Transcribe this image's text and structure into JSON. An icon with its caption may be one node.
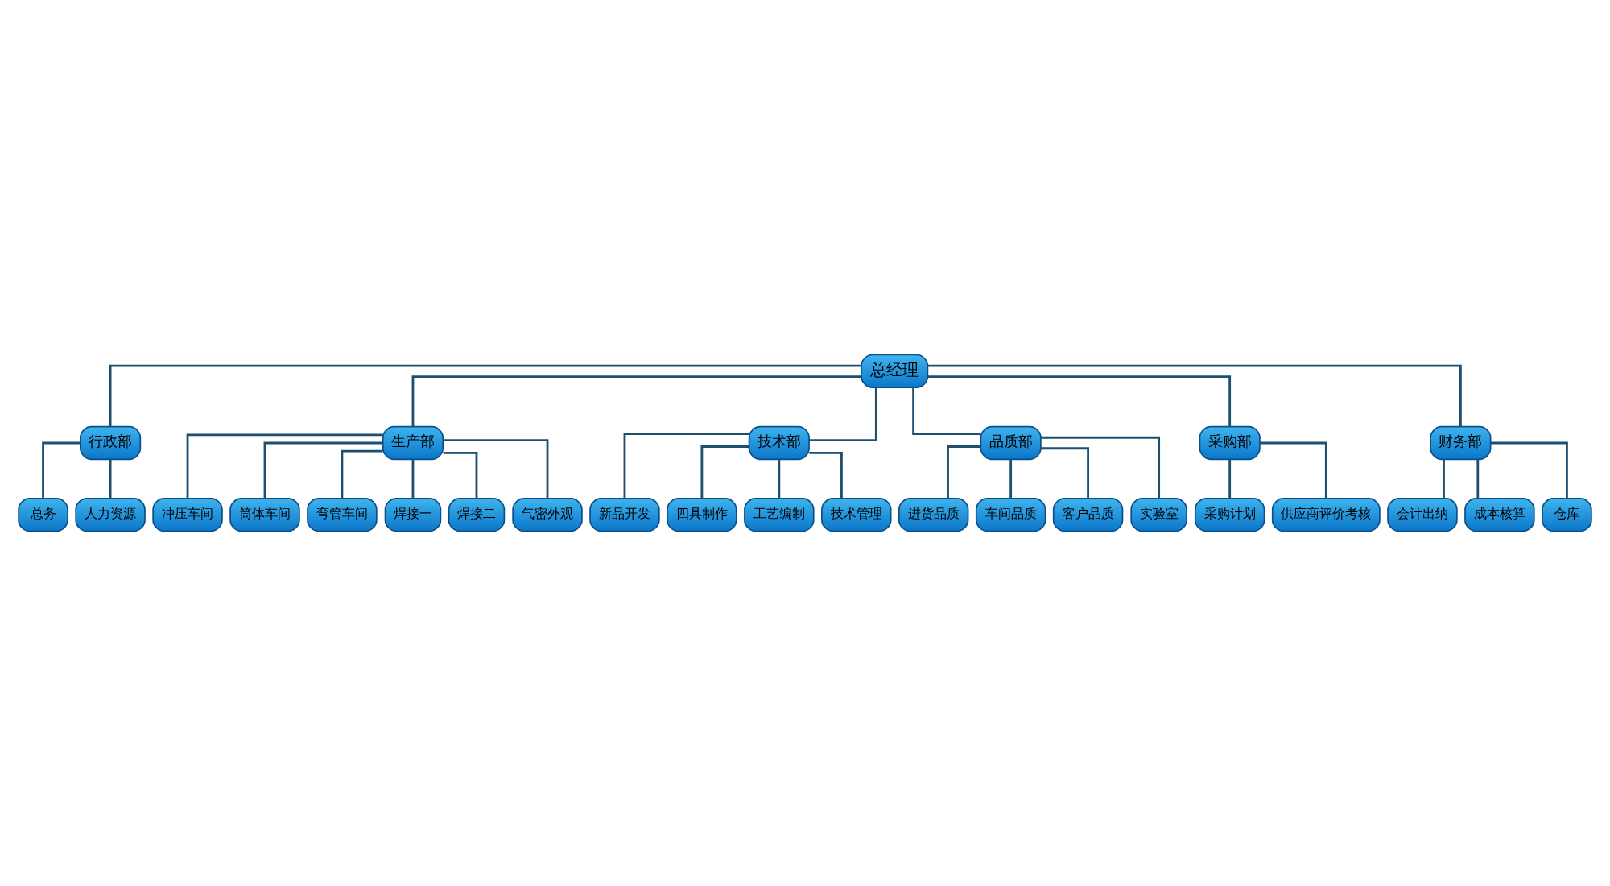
{
  "diagram": {
    "nodes": [
      {
        "text": [
          "总经理"
        ]
      },
      {
        "text": [
          "行政部"
        ]
      },
      {
        "text": [
          "生产部"
        ]
      },
      {
        "text": [
          "技术部"
        ]
      },
      {
        "text": [
          "品质部"
        ]
      },
      {
        "text": [
          "采购部"
        ]
      },
      {
        "text": [
          "财务部"
        ]
      },
      {
        "text": [
          "总务"
        ]
      },
      {
        "text": [
          "人力资源"
        ]
      },
      {
        "text": [
          "冲压车间"
        ]
      },
      {
        "text": [
          "筒体车间"
        ]
      },
      {
        "text": [
          "弯管车间"
        ]
      },
      {
        "text": [
          "焊接一"
        ]
      },
      {
        "text": [
          "焊接二"
        ]
      },
      {
        "text": [
          "气密外观"
        ]
      },
      {
        "text": [
          "新品开发"
        ]
      },
      {
        "text": [
          "四具制作"
        ]
      },
      {
        "text": [
          "工艺编制"
        ]
      },
      {
        "text": [
          "技术管理"
        ]
      },
      {
        "text": [
          "进货品质"
        ]
      },
      {
        "text": [
          "车间品质"
        ]
      },
      {
        "text": [
          "客户品质"
        ]
      },
      {
        "text": [
          "实验室"
        ]
      },
      {
        "text": [
          "采购计划"
        ]
      },
      {
        "text": [
          "供应商评价考核"
        ]
      },
      {
        "text": [
          "会计出纳"
        ]
      },
      {
        "text": [
          "成本核算"
        ]
      },
      {
        "text": [
          "仓库"
        ]
      }
    ],
    "edges": [
      {
        "from": 0,
        "to": 1,
        "arrow": "none"
      },
      {
        "from": 0,
        "to": 2,
        "arrow": "none"
      },
      {
        "from": 0,
        "to": 3,
        "arrow": "none"
      },
      {
        "from": 0,
        "to": 4,
        "arrow": "none"
      },
      {
        "from": 0,
        "to": 5,
        "arrow": "none"
      },
      {
        "from": 0,
        "to": 6,
        "arrow": "none"
      },
      {
        "from": 1,
        "to": 7,
        "arrow": "none"
      },
      {
        "from": 1,
        "to": 8,
        "arrow": "none"
      },
      {
        "from": 2,
        "to": 9,
        "arrow": "none"
      },
      {
        "from": 2,
        "to": 10,
        "arrow": "none"
      },
      {
        "from": 2,
        "to": 11,
        "arrow": "none"
      },
      {
        "from": 2,
        "to": 12,
        "arrow": "none"
      },
      {
        "from": 2,
        "to": 13,
        "arrow": "none"
      },
      {
        "from": 2,
        "to": 14,
        "arrow": "none"
      },
      {
        "from": 3,
        "to": 15,
        "arrow": "none"
      },
      {
        "from": 3,
        "to": 16,
        "arrow": "none"
      },
      {
        "from": 3,
        "to": 17,
        "arrow": "none"
      },
      {
        "from": 3,
        "to": 18,
        "arrow": "none"
      },
      {
        "from": 4,
        "to": 19,
        "arrow": "none"
      },
      {
        "from": 4,
        "to": 20,
        "arrow": "none"
      },
      {
        "from": 4,
        "to": 21,
        "arrow": "none"
      },
      {
        "from": 4,
        "to": 22,
        "arrow": "none"
      },
      {
        "from": 5,
        "to": 23,
        "arrow": "none"
      },
      {
        "from": 5,
        "to": 24,
        "arrow": "none"
      },
      {
        "from": 6,
        "to": 25,
        "arrow": "none"
      },
      {
        "from": 6,
        "to": 26,
        "arrow": "none"
      },
      {
        "from": 6,
        "to": 27,
        "arrow": "none"
      }
    ]
  }
}
